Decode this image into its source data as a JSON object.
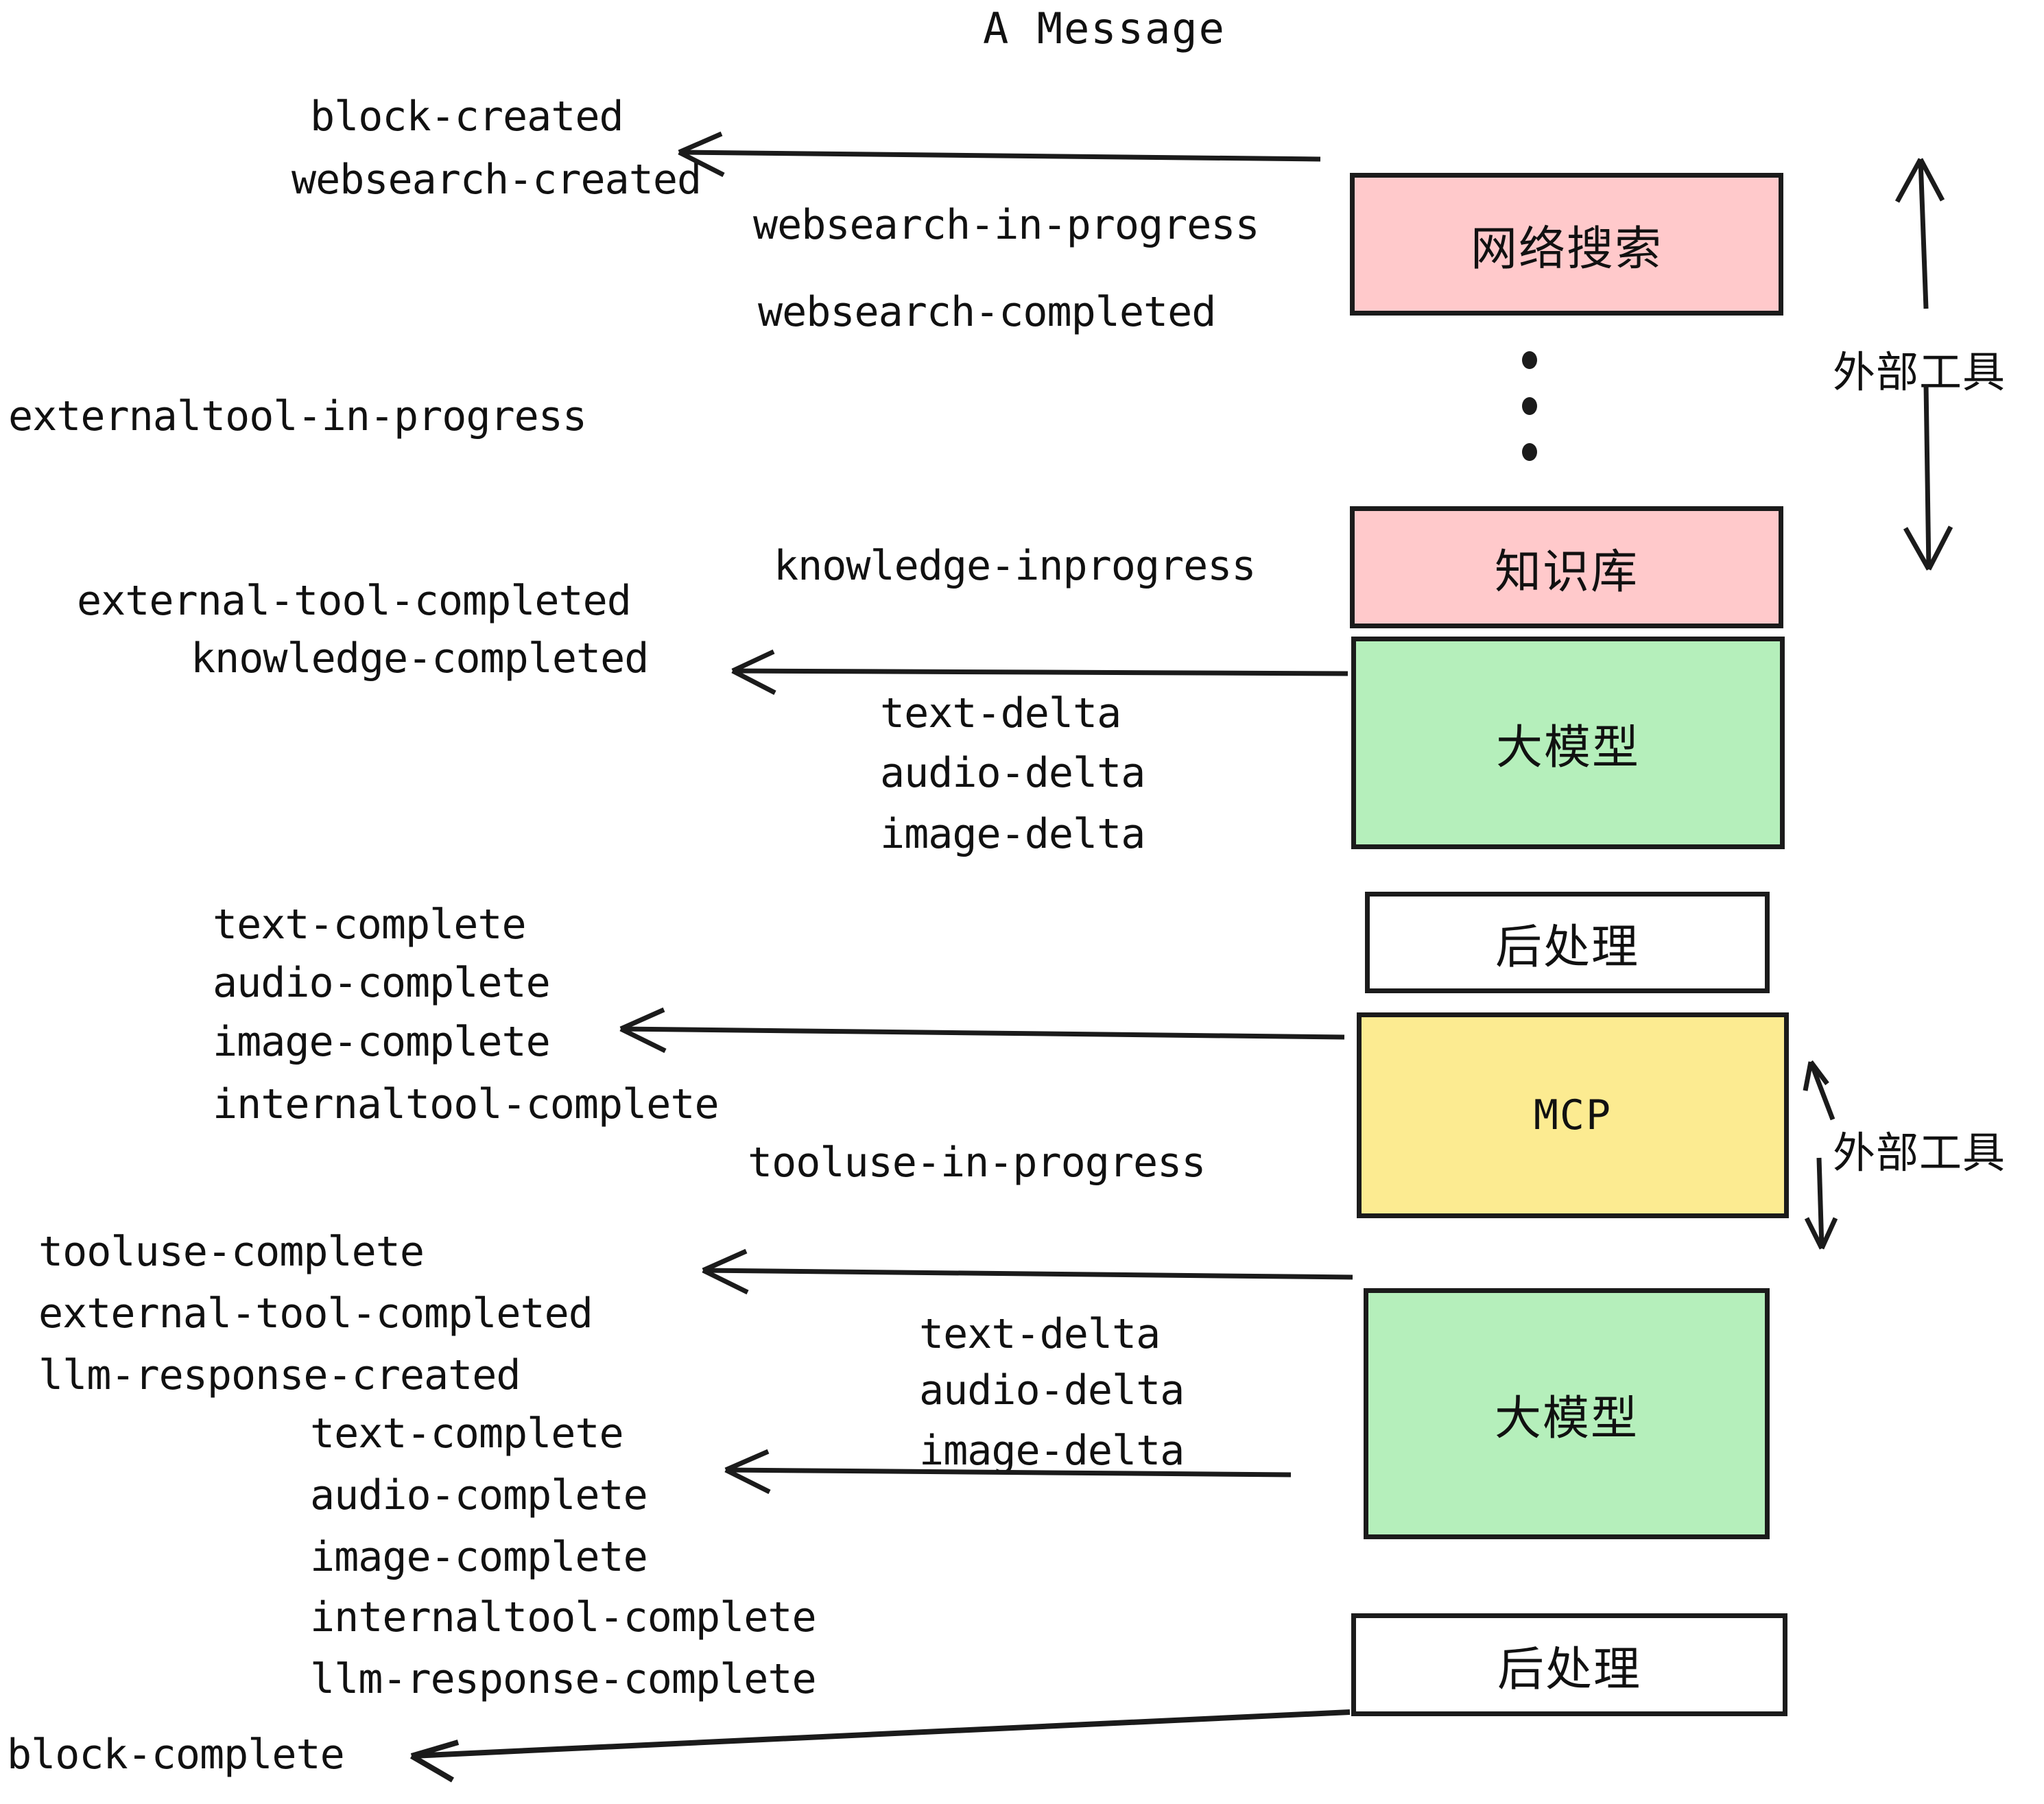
{
  "title": "A Message",
  "boxes": [
    {
      "id": "websearch",
      "label": "网络搜索",
      "color_name": "pink",
      "fill": "#FFC9CB"
    },
    {
      "id": "knowledge",
      "label": "知识库",
      "color_name": "pink",
      "fill": "#FFC9CB"
    },
    {
      "id": "llm-1",
      "label": "大模型",
      "color_name": "green",
      "fill": "#B5EFBB"
    },
    {
      "id": "postprocess-1",
      "label": "后处理",
      "color_name": "white",
      "fill": "#FFFFFF"
    },
    {
      "id": "mcp",
      "label": "MCP",
      "color_name": "yellow",
      "fill": "#FCEB91"
    },
    {
      "id": "llm-2",
      "label": "大模型",
      "color_name": "green",
      "fill": "#B5EFBB"
    },
    {
      "id": "postprocess-2",
      "label": "后处理",
      "color_name": "white",
      "fill": "#FFFFFF"
    }
  ],
  "side_labels": [
    {
      "id": "external-tool-top",
      "text": "外部工具"
    },
    {
      "id": "external-tool-bottom",
      "text": "外部工具"
    }
  ],
  "events": {
    "block_created": "block-created",
    "websearch_created": "websearch-created",
    "websearch_in_progress": "websearch-in-progress",
    "websearch_completed": "websearch-completed",
    "externaltool_in_progress": "externaltool-in-progress",
    "knowledge_inprogress": "knowledge-inprogress",
    "external_tool_completed_1": "external-tool-completed",
    "knowledge_completed": "knowledge-completed",
    "text_delta_1": "text-delta",
    "audio_delta_1": "audio-delta",
    "image_delta_1": "image-delta",
    "text_complete_1": "text-complete",
    "audio_complete_1": "audio-complete",
    "image_complete_1": "image-complete",
    "internaltool_complete_1": "internaltool-complete",
    "tooluse_in_progress": "tooluse-in-progress",
    "tooluse_complete": "tooluse-complete",
    "external_tool_completed_2": "external-tool-completed",
    "llm_response_created": "llm-response-created",
    "text_delta_2": "text-delta",
    "audio_delta_2": "audio-delta",
    "image_delta_2": "image-delta",
    "text_complete_2": "text-complete",
    "audio_complete_2": "audio-complete",
    "image_complete_2": "image-complete",
    "internaltool_complete_2": "internaltool-complete",
    "llm_response_complete": "llm-response-complete",
    "block_complete": "block-complete"
  },
  "colors": {
    "stroke": "#1b1b1b",
    "text": "#111111",
    "background": "#ffffff"
  }
}
